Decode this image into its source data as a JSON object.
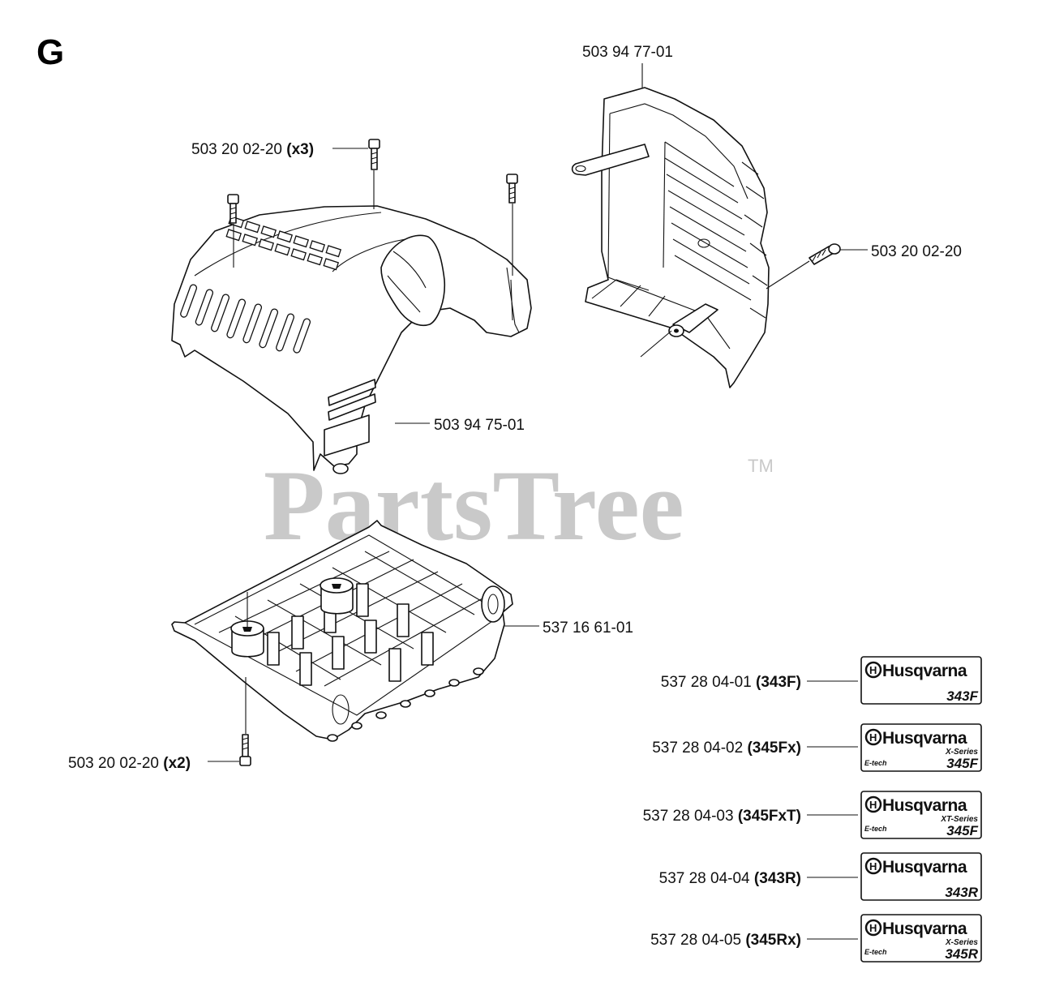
{
  "section_letter": "G",
  "watermark": {
    "text": "PartsTree",
    "tm": "TM"
  },
  "parts": {
    "cover_top": {
      "number": "503 94 77-01"
    },
    "screw_x3": {
      "number": "503 20 02-20",
      "qty": "(x3)"
    },
    "screw_single": {
      "number": "503 20 02-20"
    },
    "cylinder_cover": {
      "number": "503 94 75-01"
    },
    "bottom_plate": {
      "number": "537 16 61-01"
    },
    "screw_x2": {
      "number": "503 20 02-20",
      "qty": "(x2)"
    }
  },
  "decals": [
    {
      "number": "537 28 04-01",
      "model_ref": "(343F)",
      "brand": "Husqvarna",
      "series": "",
      "etach": "",
      "model": "343F"
    },
    {
      "number": "537 28 04-02",
      "model_ref": "(345Fx)",
      "brand": "Husqvarna",
      "series": "X-Series",
      "etach": "E-tech",
      "model": "345F"
    },
    {
      "number": "537 28 04-03",
      "model_ref": "(345FxT)",
      "brand": "Husqvarna",
      "series": "XT-Series",
      "etach": "E-tech",
      "model": "345F"
    },
    {
      "number": "537 28 04-04",
      "model_ref": "(343R)",
      "brand": "Husqvarna",
      "series": "",
      "etach": "",
      "model": "343R"
    },
    {
      "number": "537 28 04-05",
      "model_ref": "(345Rx)",
      "brand": "Husqvarna",
      "series": "X-Series",
      "etach": "E-tech",
      "model": "345R"
    }
  ],
  "colors": {
    "line": "#111111",
    "watermark": "#c9c9c9",
    "background": "#ffffff"
  }
}
